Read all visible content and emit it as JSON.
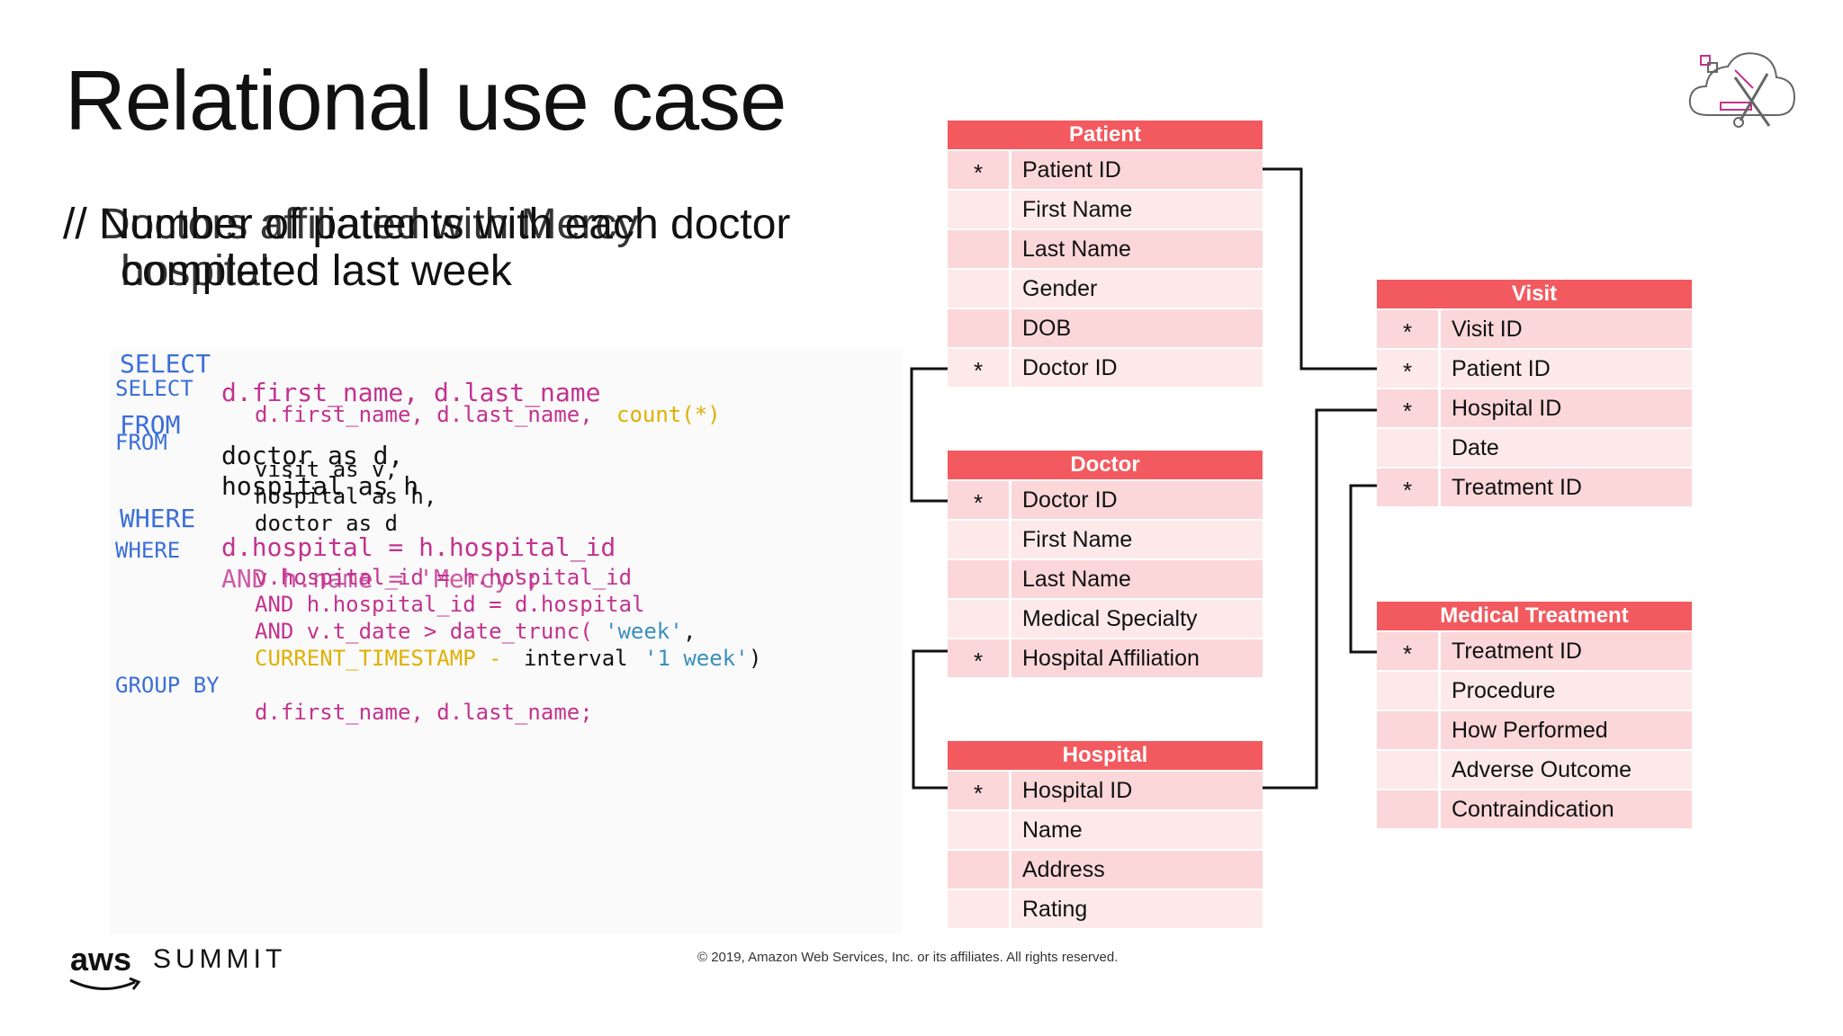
{
  "slide": {
    "title": "Relational use case",
    "subtitle_a_line1": "// Number of patients with each doctor",
    "subtitle_a_line2": "completed last week",
    "subtitle_b_line1": "// Doctors affiliated with Mercy",
    "subtitle_b_line2": "hospital"
  },
  "query_a": {
    "select_kw": "SELECT",
    "select_fields": "d.first_name, d.last_name",
    "from_kw": "FROM",
    "from_line1": "doctor as d,",
    "from_line2": "hospital as h",
    "where_kw": "WHERE",
    "where_line1": "d.hospital = h.hospital_id",
    "where_line2": "AND h.name = 'Mercy';"
  },
  "query_b": {
    "select_kw": "SELECT",
    "select_fields": "d.first_name, d.last_name, ",
    "select_count": "count(*)",
    "from_kw": "FROM",
    "from_line1": "visit as v,",
    "from_line2": "hospital as h,",
    "from_line3": "doctor as d",
    "where_kw": "WHERE",
    "where_line1": "v.hospital_id = h.hospital_id",
    "where_line2": "AND h.hospital_id = d.hospital",
    "where_line3a": "AND v.t_date > date_trunc(",
    "where_line3b": "'week'",
    "where_line3c": ",",
    "where_line4a": "CURRENT_TIMESTAMP - ",
    "where_line4b": "interval ",
    "where_line4c": "'1 week'",
    "where_line4d": ")",
    "group_kw": "GROUP BY",
    "group_fields": "d.first_name, d.last_name;"
  },
  "tables": {
    "patient": {
      "name": "Patient",
      "rows": [
        {
          "key": "*",
          "label": "Patient ID"
        },
        {
          "key": "",
          "label": "First Name"
        },
        {
          "key": "",
          "label": "Last Name"
        },
        {
          "key": "",
          "label": "Gender"
        },
        {
          "key": "",
          "label": "DOB"
        },
        {
          "key": "*",
          "label": "Doctor ID"
        }
      ]
    },
    "doctor": {
      "name": "Doctor",
      "rows": [
        {
          "key": "*",
          "label": "Doctor ID"
        },
        {
          "key": "",
          "label": "First Name"
        },
        {
          "key": "",
          "label": "Last Name"
        },
        {
          "key": "",
          "label": "Medical Specialty"
        },
        {
          "key": "*",
          "label": "Hospital Affiliation"
        }
      ]
    },
    "hospital": {
      "name": "Hospital",
      "rows": [
        {
          "key": "*",
          "label": "Hospital ID"
        },
        {
          "key": "",
          "label": "Name"
        },
        {
          "key": "",
          "label": "Address"
        },
        {
          "key": "",
          "label": "Rating"
        }
      ]
    },
    "visit": {
      "name": "Visit",
      "rows": [
        {
          "key": "*",
          "label": "Visit ID"
        },
        {
          "key": "*",
          "label": "Patient ID"
        },
        {
          "key": "*",
          "label": "Hospital ID"
        },
        {
          "key": "",
          "label": "Date"
        },
        {
          "key": "*",
          "label": "Treatment ID"
        }
      ]
    },
    "treatment": {
      "name": "Medical Treatment",
      "rows": [
        {
          "key": "*",
          "label": "Treatment ID"
        },
        {
          "key": "",
          "label": "Procedure"
        },
        {
          "key": "",
          "label": "How Performed"
        },
        {
          "key": "",
          "label": "Adverse Outcome"
        },
        {
          "key": "",
          "label": "Contraindication"
        }
      ]
    }
  },
  "footer": {
    "logo_aws": "aws",
    "logo_summit": "SUMMIT",
    "copyright": "© 2019, Amazon Web Services, Inc. or its affiliates. All rights reserved."
  },
  "colors": {
    "header": "#f25a60",
    "row_dark": "#fbd7d9",
    "row_light": "#fde9ea",
    "keyword": "#3b6fd8",
    "identifier": "#c2338f"
  },
  "icons": {
    "corner": "cloud-tools-icon",
    "aws_smile": "aws-smile-icon"
  }
}
